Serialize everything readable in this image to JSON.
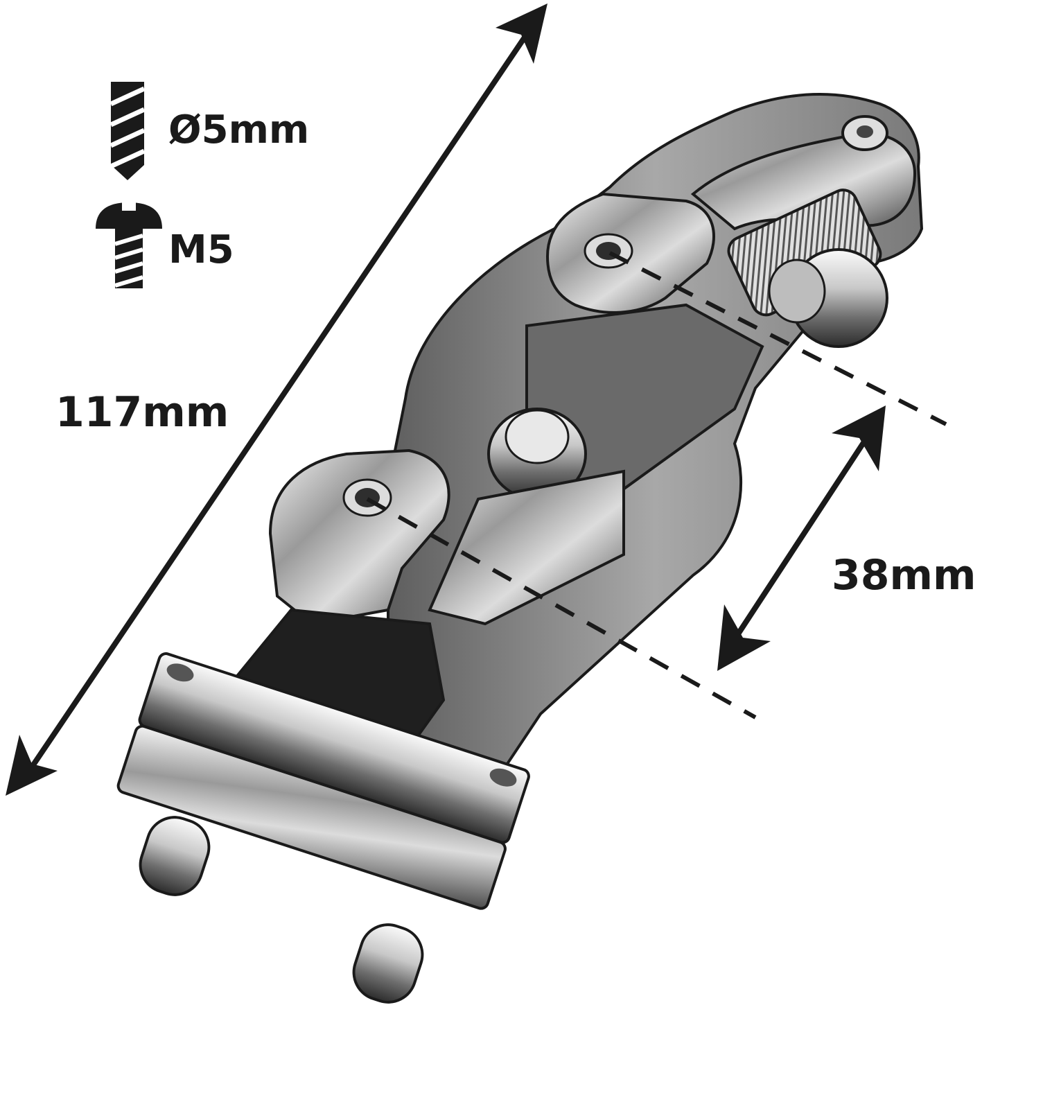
{
  "labels": {
    "drill_diameter": "Ø5mm",
    "screw_size": "M5",
    "overall_length": "117mm",
    "hole_spacing": "38mm"
  },
  "icons": {
    "drill": "drill-bit-icon",
    "screw": "screw-icon"
  },
  "colors": {
    "ink": "#1a1a1a",
    "metal_dark": "#3a3a3a",
    "metal_mid": "#8c8c8c",
    "metal_light": "#e6e6e6",
    "background": "#ffffff"
  }
}
